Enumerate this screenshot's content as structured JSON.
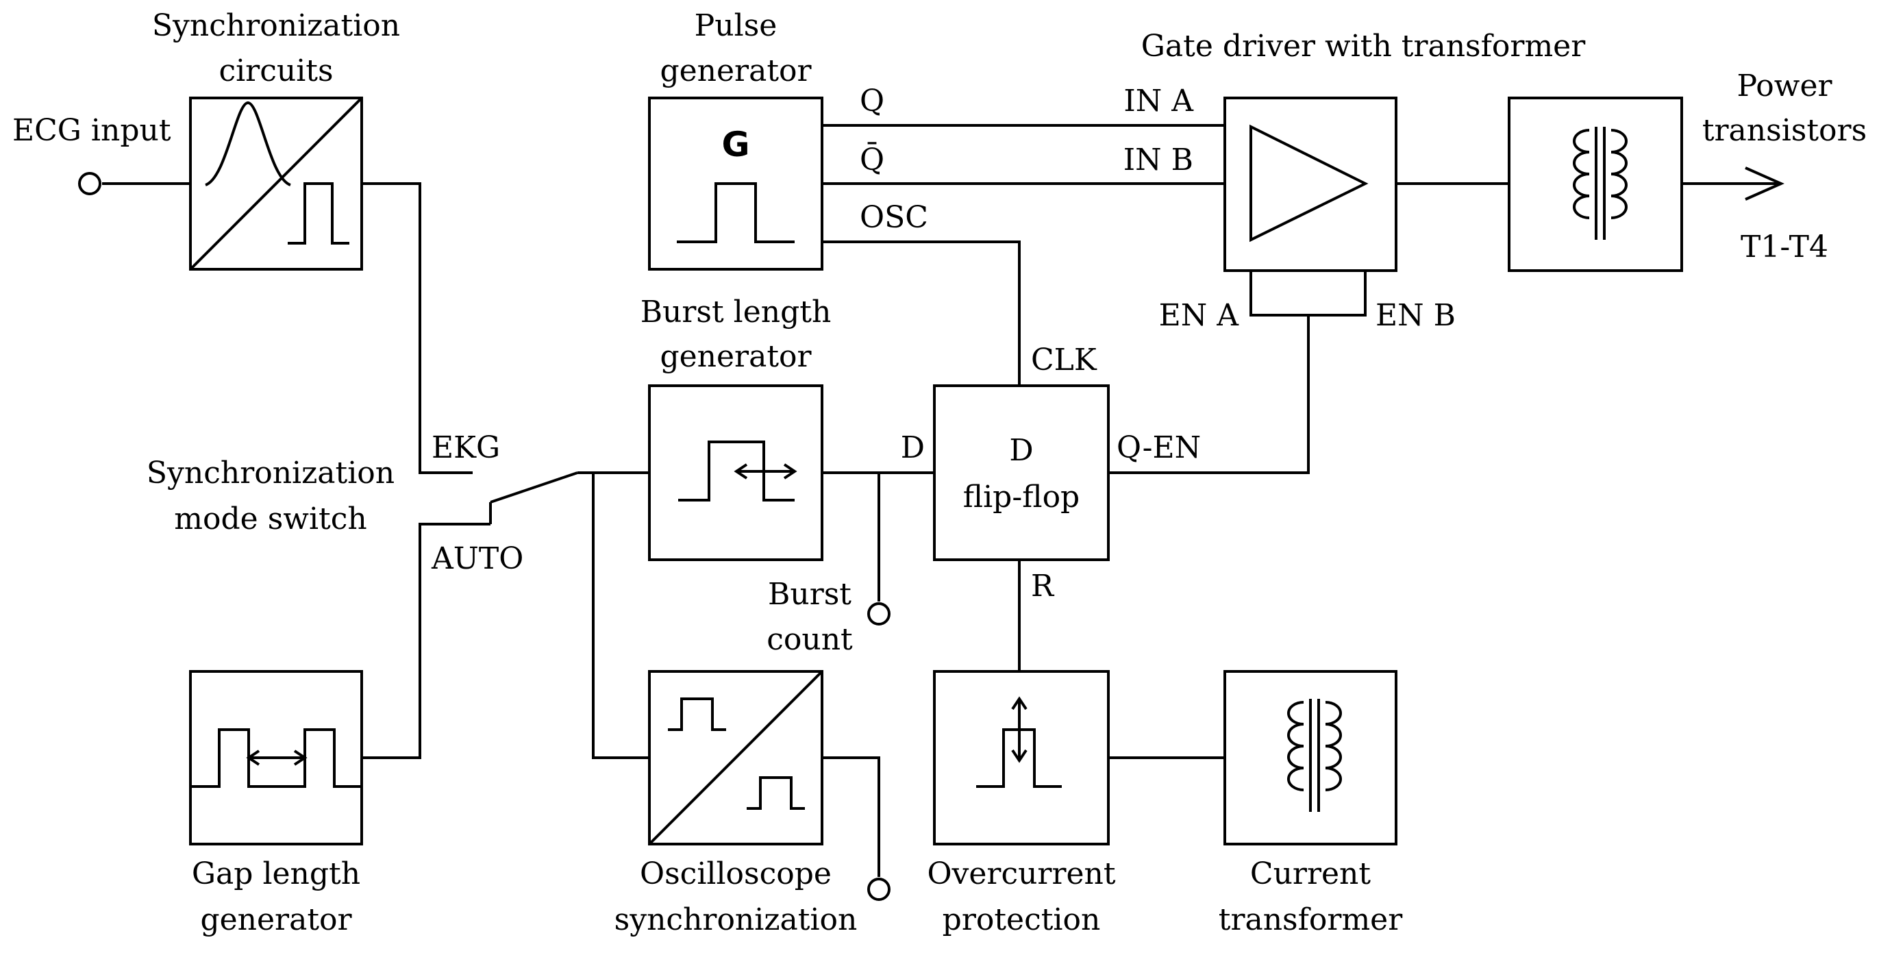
{
  "blocks": {
    "sync_circuits": {
      "line1": "Synchronization",
      "line2": "circuits"
    },
    "pulse_generator": {
      "line1": "Pulse",
      "line2": "generator",
      "symbol": "G"
    },
    "gate_driver": {
      "label": "Gate driver with transformer"
    },
    "power_transistors": {
      "line1": "Power",
      "line2": "transistors",
      "sub": "T1-T4"
    },
    "burst_length_generator": {
      "line1": "Burst length",
      "line2": "generator"
    },
    "flip_flop": {
      "line1": "D",
      "line2": "flip-flop"
    },
    "gap_length_generator": {
      "line1": "Gap length",
      "line2": "generator"
    },
    "oscilloscope_sync": {
      "line1": "Oscilloscope",
      "line2": "synchronization"
    },
    "overcurrent_protection": {
      "line1": "Overcurrent",
      "line2": "protection"
    },
    "current_transformer": {
      "line1": "Current",
      "line2": "transformer"
    },
    "mode_switch": {
      "line1": "Synchronization",
      "line2": "mode switch",
      "pos_ekg": "EKG",
      "pos_auto": "AUTO"
    }
  },
  "terminals": {
    "ecg_input": "ECG input",
    "burst_count_line1": "Burst",
    "burst_count_line2": "count"
  },
  "signals": {
    "q": "Q",
    "q_bar": "Q̄",
    "osc": "OSC",
    "in_a": "IN A",
    "in_b": "IN B",
    "en_a": "EN A",
    "en_b": "EN B",
    "clk": "CLK",
    "d": "D",
    "q_en": "Q-EN",
    "r": "R"
  }
}
